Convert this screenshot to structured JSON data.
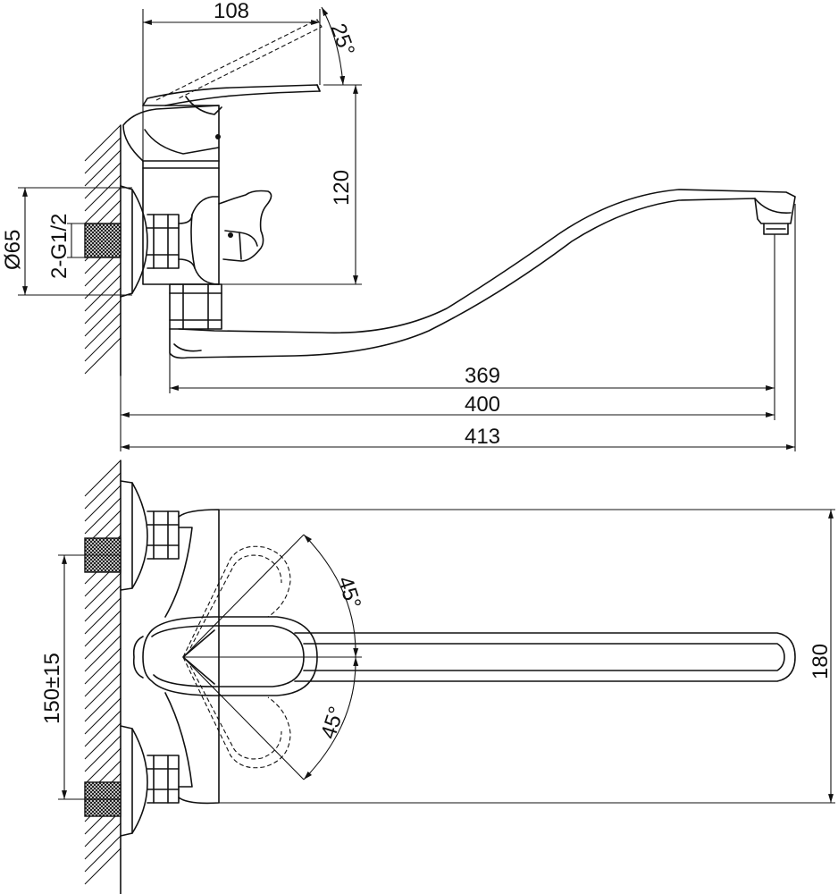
{
  "dimensions": {
    "top_width": "108",
    "lever_angle_top": "25°",
    "height_120": "120",
    "diameter": "Ø65",
    "thread": "2-G1/2",
    "reach_369": "369",
    "reach_400": "400",
    "reach_413": "413",
    "angle_upper": "45°",
    "angle_lower": "45°",
    "spacing": "150±15",
    "height_180": "180"
  },
  "colors": {
    "line": "#111111",
    "background": "#ffffff"
  }
}
